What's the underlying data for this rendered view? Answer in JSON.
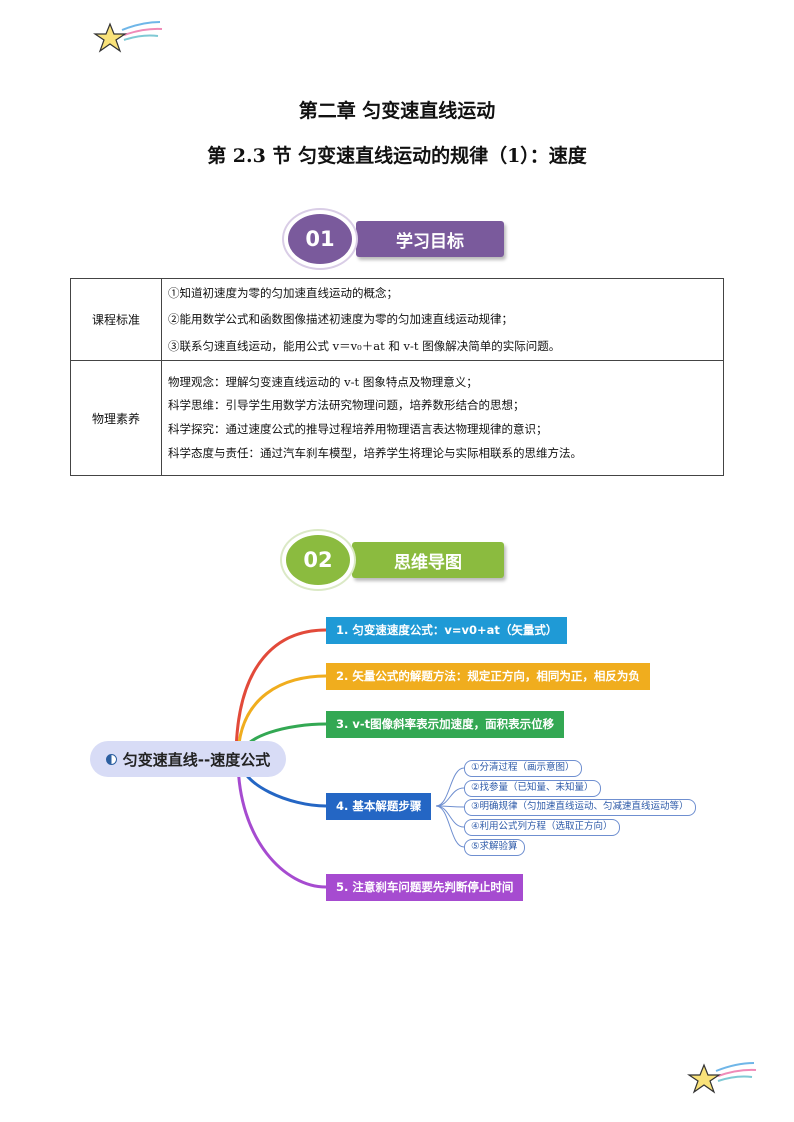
{
  "header": {
    "chapter_title": "第二章  匀变速直线运动",
    "section_title": "第 2.3 节  匀变速直线运动的规律（1）：速度"
  },
  "section1": {
    "number": "01",
    "label": "学习目标"
  },
  "section2": {
    "number": "02",
    "label": "思维导图"
  },
  "goals_table": {
    "row1_head": "课程标准",
    "row1_lines": [
      "①知道初速度为零的匀加速直线运动的概念；",
      "②能用数学公式和函数图像描述初速度为零的匀加速直线运动规律；",
      "③联系匀速直线运动，能用公式  v＝v₀＋at 和  v-t  图像解决简单的实际问题。"
    ],
    "row2_head": "物理素养",
    "row2_lines": [
      "物理观念：理解匀变速直线运动的 v-t 图象特点及物理意义；",
      "科学思维：引导学生用数学方法研究物理问题，培养数形结合的思想；",
      "科学探究：通过速度公式的推导过程培养用物理语言表达物理规律的意识；",
      "科学态度与责任：通过汽车刹车模型，培养学生将理论与实际相联系的思维方法。"
    ]
  },
  "mindmap": {
    "root": "匀变速直线--速度公式",
    "branches": [
      "1. 匀变速速度公式：v=v0+at（矢量式）",
      "2. 矢量公式的解题方法：规定正方向，相同为正，相反为负",
      "3. v-t图像斜率表示加速度，面积表示位移",
      "4. 基本解题步骤",
      "5. 注意刹车问题要先判断停止时间"
    ],
    "steps": [
      "①分清过程（画示意图）",
      "②找参量（已知量、未知量）",
      "③明确规律（匀加速直线运动、匀减速直线运动等）",
      "④利用公式列方程（选取正方向）",
      "⑤求解验算"
    ]
  },
  "colors": {
    "section1_accent": "#7a5a9c",
    "section2_accent": "#8bbb3f",
    "branch1": "#1f9ad6",
    "branch2": "#f0ad1e",
    "branch3": "#33a853",
    "branch4": "#2466c4",
    "branch5": "#a64bd0"
  }
}
